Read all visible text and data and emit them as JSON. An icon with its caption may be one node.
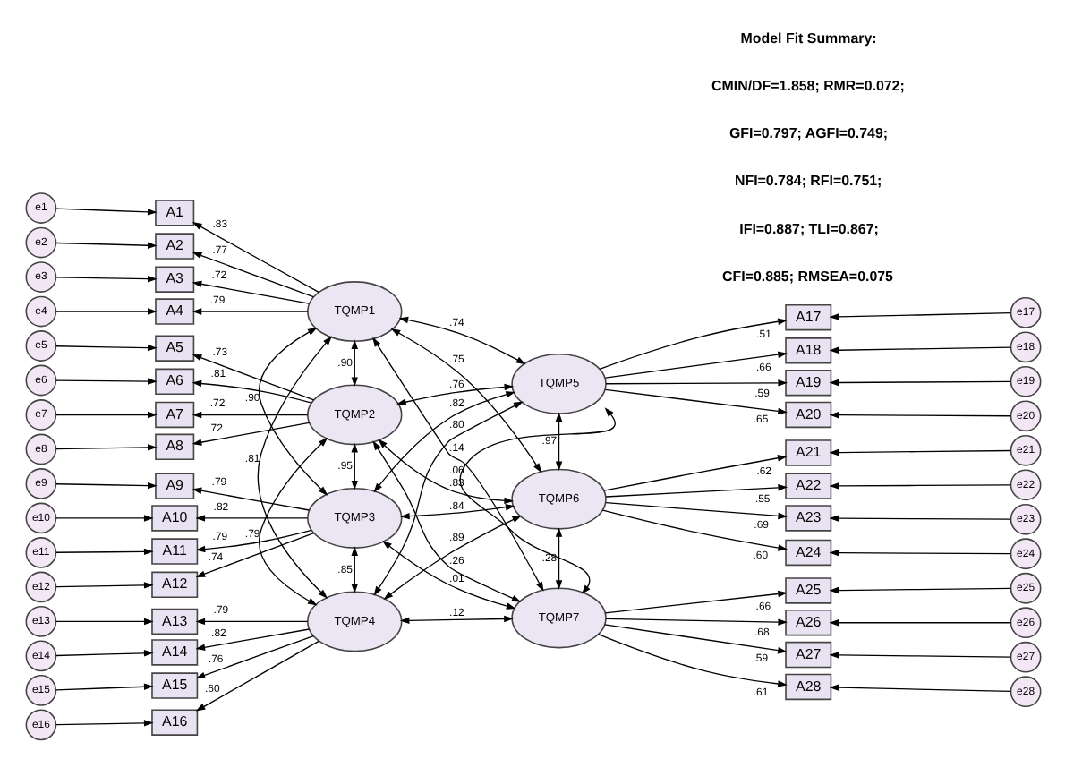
{
  "diagram": {
    "nodes": [
      {
        "text": [
          "e1"
        ]
      },
      {
        "text": [
          "e2"
        ]
      },
      {
        "text": [
          "e3"
        ]
      },
      {
        "text": [
          "e4"
        ]
      },
      {
        "text": [
          "e5"
        ]
      },
      {
        "text": [
          "e6"
        ]
      },
      {
        "text": [
          "e7"
        ]
      },
      {
        "text": [
          "e8"
        ]
      },
      {
        "text": [
          "e9"
        ]
      },
      {
        "text": [
          "e10"
        ]
      },
      {
        "text": [
          "e11"
        ]
      },
      {
        "text": [
          "e12"
        ]
      },
      {
        "text": [
          "e13"
        ]
      },
      {
        "text": [
          "e14"
        ]
      },
      {
        "text": [
          "e15"
        ]
      },
      {
        "text": [
          "e16"
        ]
      },
      {
        "text": [
          "A1"
        ]
      },
      {
        "text": [
          "A2"
        ]
      },
      {
        "text": [
          "A3"
        ]
      },
      {
        "text": [
          "A4"
        ]
      },
      {
        "text": [
          "A5"
        ]
      },
      {
        "text": [
          "A6"
        ]
      },
      {
        "text": [
          "A7"
        ]
      },
      {
        "text": [
          "A8"
        ]
      },
      {
        "text": [
          "A9"
        ]
      },
      {
        "text": [
          "A10"
        ]
      },
      {
        "text": [
          "A11"
        ]
      },
      {
        "text": [
          "A12"
        ]
      },
      {
        "text": [
          "A13"
        ]
      },
      {
        "text": [
          "A14"
        ]
      },
      {
        "text": [
          "A15"
        ]
      },
      {
        "text": [
          "A16"
        ]
      },
      {
        "text": [
          "TQMP1"
        ]
      },
      {
        "text": [
          "TQMP2"
        ]
      },
      {
        "text": [
          "TQMP3"
        ]
      },
      {
        "text": [
          "TQMP4"
        ]
      },
      {
        "text": [
          "TQMP5"
        ]
      },
      {
        "text": [
          "TQMP6"
        ]
      },
      {
        "text": [
          "TQMP7"
        ]
      },
      {
        "text": [
          "A17"
        ]
      },
      {
        "text": [
          "A18"
        ]
      },
      {
        "text": [
          "A19"
        ]
      },
      {
        "text": [
          "A20"
        ]
      },
      {
        "text": [
          "A21"
        ]
      },
      {
        "text": [
          "A22"
        ]
      },
      {
        "text": [
          "A23"
        ]
      },
      {
        "text": [
          "A24"
        ]
      },
      {
        "text": [
          "A25"
        ]
      },
      {
        "text": [
          "A26"
        ]
      },
      {
        "text": [
          "A27"
        ]
      },
      {
        "text": [
          "A28"
        ]
      },
      {
        "text": [
          "e17"
        ]
      },
      {
        "text": [
          "e18"
        ]
      },
      {
        "text": [
          "e19"
        ]
      },
      {
        "text": [
          "e20"
        ]
      },
      {
        "text": [
          "e21"
        ]
      },
      {
        "text": [
          "e22"
        ]
      },
      {
        "text": [
          "e23"
        ]
      },
      {
        "text": [
          "e24"
        ]
      },
      {
        "text": [
          "e25"
        ]
      },
      {
        "text": [
          "e26"
        ]
      },
      {
        "text": [
          "e27"
        ]
      },
      {
        "text": [
          "e28"
        ]
      }
    ],
    "edges": [
      {
        "from": 0,
        "to": 16,
        "arrow": "to"
      },
      {
        "from": 1,
        "to": 17,
        "arrow": "to"
      },
      {
        "from": 2,
        "to": 18,
        "arrow": "to"
      },
      {
        "from": 3,
        "to": 19,
        "arrow": "to"
      },
      {
        "from": 4,
        "to": 20,
        "arrow": "to"
      },
      {
        "from": 5,
        "to": 21,
        "arrow": "to"
      },
      {
        "from": 6,
        "to": 22,
        "arrow": "to"
      },
      {
        "from": 7,
        "to": 23,
        "arrow": "to"
      },
      {
        "from": 8,
        "to": 24,
        "arrow": "to"
      },
      {
        "from": 9,
        "to": 25,
        "arrow": "to"
      },
      {
        "from": 10,
        "to": 26,
        "arrow": "to"
      },
      {
        "from": 11,
        "to": 27,
        "arrow": "to"
      },
      {
        "from": 12,
        "to": 28,
        "arrow": "to"
      },
      {
        "from": 13,
        "to": 29,
        "arrow": "to"
      },
      {
        "from": 14,
        "to": 30,
        "arrow": "to"
      },
      {
        "from": 15,
        "to": 31,
        "arrow": "to"
      },
      {
        "from": 32,
        "to": 16,
        "arrow": "to",
        "label": ".83"
      },
      {
        "from": 32,
        "to": 17,
        "arrow": "to",
        "label": ".77"
      },
      {
        "from": 32,
        "to": 18,
        "arrow": "to",
        "label": ".72"
      },
      {
        "from": 32,
        "to": 19,
        "arrow": "to",
        "label": ".79"
      },
      {
        "from": 33,
        "to": 20,
        "arrow": "to",
        "label": ".73"
      },
      {
        "from": 33,
        "to": 21,
        "arrow": "to",
        "label": ".81"
      },
      {
        "from": 33,
        "to": 22,
        "arrow": "to",
        "label": ".72"
      },
      {
        "from": 33,
        "to": 23,
        "arrow": "to",
        "label": ".72"
      },
      {
        "from": 34,
        "to": 24,
        "arrow": "to",
        "label": ".79"
      },
      {
        "from": 34,
        "to": 25,
        "arrow": "to",
        "label": ".82"
      },
      {
        "from": 34,
        "to": 26,
        "arrow": "to",
        "label": ".79"
      },
      {
        "from": 34,
        "to": 27,
        "arrow": "to",
        "label": ".74"
      },
      {
        "from": 35,
        "to": 28,
        "arrow": "to",
        "label": ".79"
      },
      {
        "from": 35,
        "to": 29,
        "arrow": "to",
        "label": ".82"
      },
      {
        "from": 35,
        "to": 30,
        "arrow": "to",
        "label": ".76"
      },
      {
        "from": 35,
        "to": 31,
        "arrow": "to",
        "label": ".60"
      },
      {
        "from": 32,
        "to": 36,
        "arrow": "both",
        "label": ".74"
      },
      {
        "from": 32,
        "to": 33,
        "arrow": "both",
        "label": ".90"
      },
      {
        "from": 32,
        "to": 34,
        "arrow": "both",
        "label": ".90"
      },
      {
        "from": 32,
        "to": 35,
        "arrow": "both",
        "label": ".81"
      },
      {
        "from": 32,
        "to": 37,
        "arrow": "both",
        "label": ".75"
      },
      {
        "from": 32,
        "to": 38,
        "arrow": "both",
        "label": ".14"
      },
      {
        "from": 33,
        "to": 36,
        "arrow": "both",
        "label": ".76"
      },
      {
        "from": 34,
        "to": 36,
        "arrow": "both",
        "label": ".82"
      },
      {
        "from": 35,
        "to": 36,
        "arrow": "both",
        "label": ".80"
      },
      {
        "from": 33,
        "to": 37,
        "arrow": "both",
        "label": ".83"
      },
      {
        "from": 34,
        "to": 37,
        "arrow": "both",
        "label": ".84"
      },
      {
        "from": 33,
        "to": 38,
        "arrow": "both",
        "label": ".26"
      },
      {
        "from": 36,
        "to": 38,
        "arrow": "both",
        "label": ".06"
      },
      {
        "from": 34,
        "to": 38,
        "arrow": "both",
        "label": ".01"
      },
      {
        "from": 35,
        "to": 37,
        "arrow": "both",
        "label": ".89"
      },
      {
        "from": 35,
        "to": 38,
        "arrow": "both",
        "label": ".12"
      },
      {
        "from": 33,
        "to": 34,
        "arrow": "both",
        "label": ".95"
      },
      {
        "from": 33,
        "to": 35,
        "arrow": "both",
        "label": ".79"
      },
      {
        "from": 34,
        "to": 35,
        "arrow": "both",
        "label": ".85"
      },
      {
        "from": 36,
        "to": 37,
        "arrow": "both",
        "label": ".97"
      },
      {
        "from": 37,
        "to": 38,
        "arrow": "both",
        "label": ".28"
      },
      {
        "from": 36,
        "to": 39,
        "arrow": "to",
        "label": ".51"
      },
      {
        "from": 36,
        "to": 40,
        "arrow": "to",
        "label": ".66"
      },
      {
        "from": 36,
        "to": 41,
        "arrow": "to",
        "label": ".59"
      },
      {
        "from": 36,
        "to": 42,
        "arrow": "to",
        "label": ".65"
      },
      {
        "from": 37,
        "to": 43,
        "arrow": "to",
        "label": ".62"
      },
      {
        "from": 37,
        "to": 44,
        "arrow": "to",
        "label": ".55"
      },
      {
        "from": 37,
        "to": 45,
        "arrow": "to",
        "label": ".69"
      },
      {
        "from": 37,
        "to": 46,
        "arrow": "to",
        "label": ".60"
      },
      {
        "from": 38,
        "to": 47,
        "arrow": "to",
        "label": ".66"
      },
      {
        "from": 38,
        "to": 48,
        "arrow": "to",
        "label": ".68"
      },
      {
        "from": 38,
        "to": 49,
        "arrow": "to",
        "label": ".59"
      },
      {
        "from": 38,
        "to": 50,
        "arrow": "to",
        "label": ".61"
      },
      {
        "from": 51,
        "to": 39,
        "arrow": "to"
      },
      {
        "from": 52,
        "to": 40,
        "arrow": "to"
      },
      {
        "from": 53,
        "to": 41,
        "arrow": "to"
      },
      {
        "from": 54,
        "to": 42,
        "arrow": "to"
      },
      {
        "from": 55,
        "to": 43,
        "arrow": "to"
      },
      {
        "from": 56,
        "to": 44,
        "arrow": "to"
      },
      {
        "from": 57,
        "to": 45,
        "arrow": "to"
      },
      {
        "from": 58,
        "to": 46,
        "arrow": "to"
      },
      {
        "from": 59,
        "to": 47,
        "arrow": "to"
      },
      {
        "from": 60,
        "to": 48,
        "arrow": "to"
      },
      {
        "from": 61,
        "to": 49,
        "arrow": "to"
      },
      {
        "from": 62,
        "to": 50,
        "arrow": "to"
      }
    ],
    "labels": [
      "Model Fit Summary:",
      "CMIN/DF=1.858; RMR=0.072;",
      "GFI=0.797; AGFI=0.749;",
      "NFI=0.784; RFI=0.751;",
      "IFI=0.887; TLI=0.867;",
      "CFI=0.885; RMSEA=0.075"
    ]
  }
}
